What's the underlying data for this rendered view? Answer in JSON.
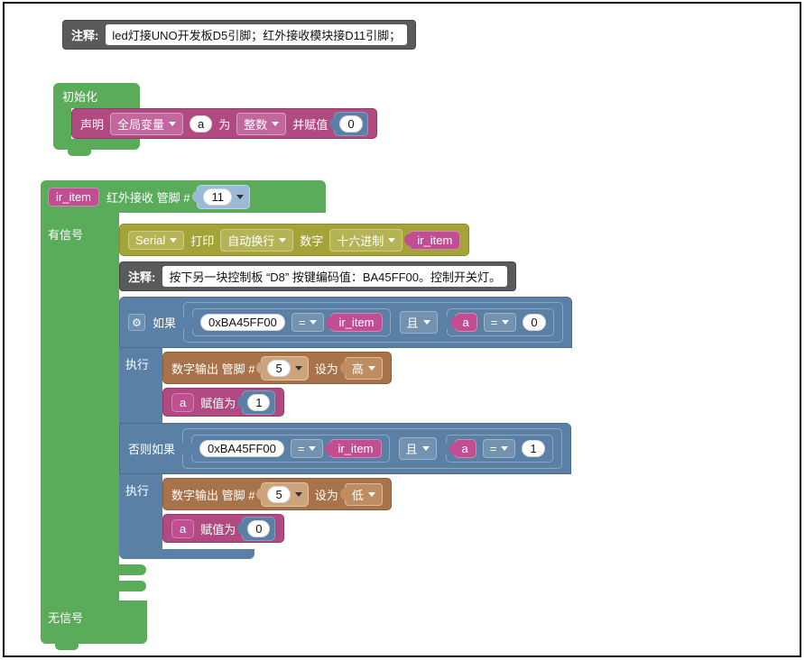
{
  "colors": {
    "green": "#5aab5a",
    "magenta": "#b04a80",
    "blue": "#5b80a5",
    "olive": "#a3a338",
    "brown": "#a8734b",
    "pink": "#bf4f92",
    "gray": "#5a5a5a",
    "lightblue": "#9db9d8"
  },
  "icons": {
    "gear": "⚙"
  },
  "comment_top": {
    "label": "注释:",
    "text": "led灯接UNO开发板D5引脚；红外接收模块接D11引脚；"
  },
  "setup": {
    "title": "初始化",
    "declare": {
      "kw": "声明",
      "scope": "全局变量",
      "name": "a",
      "as": "为",
      "type": "整数",
      "assign": "并赋值",
      "value": "0"
    }
  },
  "ir": {
    "var": "ir_item",
    "label": "红外接收 管脚 #",
    "pin": "11",
    "signal_label": "有信号",
    "nosignal_label": "无信号",
    "serial": {
      "port": "Serial",
      "print": "打印",
      "newline": "自动换行",
      "number": "数字",
      "format": "十六进制",
      "value": "ir_item"
    },
    "comment": {
      "label": "注释:",
      "text": "按下另一块控制板 “D8” 按键编码值：BA45FF00。控制开关灯。"
    },
    "branch1": {
      "kw_if": "如果",
      "cond": {
        "left": "0xBA45FF00",
        "op": "=",
        "right": "ir_item",
        "logic": "且",
        "left2": "a",
        "op2": "=",
        "right2": "0"
      },
      "kw_do": "执行",
      "digital": {
        "label": "数字输出 管脚 #",
        "pin": "5",
        "set": "设为",
        "level": "高"
      },
      "assign": {
        "var": "a",
        "kw": "赋值为",
        "value": "1"
      }
    },
    "branch2": {
      "kw_if": "否则如果",
      "cond": {
        "left": "0xBA45FF00",
        "op": "=",
        "right": "ir_item",
        "logic": "且",
        "left2": "a",
        "op2": "=",
        "right2": "1"
      },
      "kw_do": "执行",
      "digital": {
        "label": "数字输出 管脚 #",
        "pin": "5",
        "set": "设为",
        "level": "低"
      },
      "assign": {
        "var": "a",
        "kw": "赋值为",
        "value": "0"
      }
    }
  }
}
